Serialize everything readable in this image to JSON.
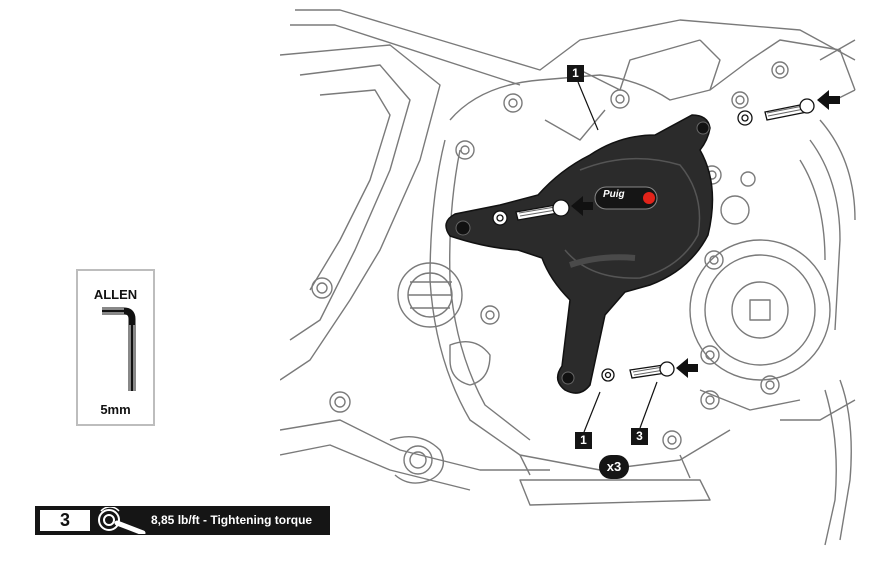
{
  "tool": {
    "name": "ALLEN",
    "size": "5mm"
  },
  "step": {
    "number": "3",
    "torque_text": "8,85 lb/ft - Tightening torque"
  },
  "callouts": {
    "cover_top": "1",
    "washer": "1",
    "bolt": "3",
    "quantity": "x3"
  },
  "cover_logo_text": "Puig",
  "icons": {
    "tool": "allen-key-icon",
    "torque": "torque-wrench-icon",
    "arrows": "arrow-left-icon"
  },
  "colors": {
    "cover": "#2b2b2b",
    "label_background": "#151515",
    "logo_accent": "#e2231a"
  }
}
